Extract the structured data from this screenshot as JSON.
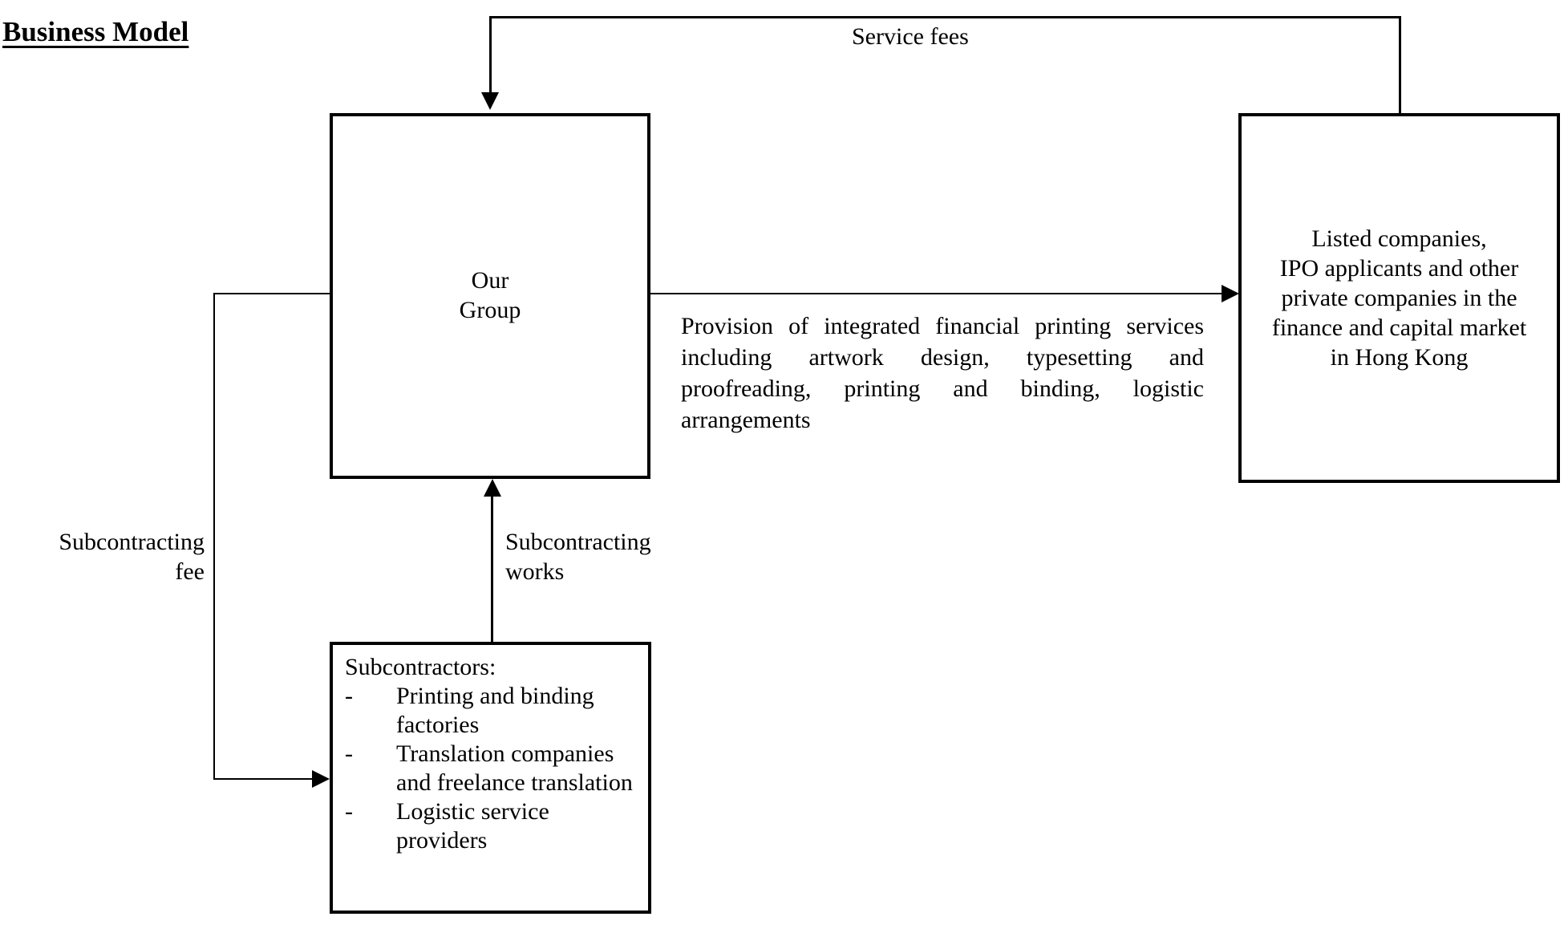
{
  "page": {
    "title": "Business Model",
    "background_color": "#ffffff",
    "line_color": "#000000",
    "text_color": "#000000"
  },
  "nodes": {
    "our_group": {
      "label": "Our\nGroup"
    },
    "customers": {
      "label": "Listed companies,\nIPO applicants and other\nprivate companies in the\nfinance and capital market\nin Hong Kong"
    },
    "subcontractors": {
      "heading": "Subcontractors:",
      "bullet_marker": "-",
      "items": [
        "Printing and binding factories",
        "Translation companies and freelance translation",
        "Logistic service providers"
      ]
    }
  },
  "edges": {
    "service_fees": {
      "label": "Service fees",
      "from": "customers",
      "to": "our_group"
    },
    "provision": {
      "label": "Provision of integrated financial printing services including artwork design, typesetting and proofreading, printing and binding, logistic arrangements",
      "from": "our_group",
      "to": "customers"
    },
    "subcontracting_fee": {
      "label": "Subcontracting\nfee",
      "from": "our_group",
      "to": "subcontractors"
    },
    "subcontracting_works": {
      "label": "Subcontracting\nworks",
      "from": "subcontractors",
      "to": "our_group"
    }
  }
}
